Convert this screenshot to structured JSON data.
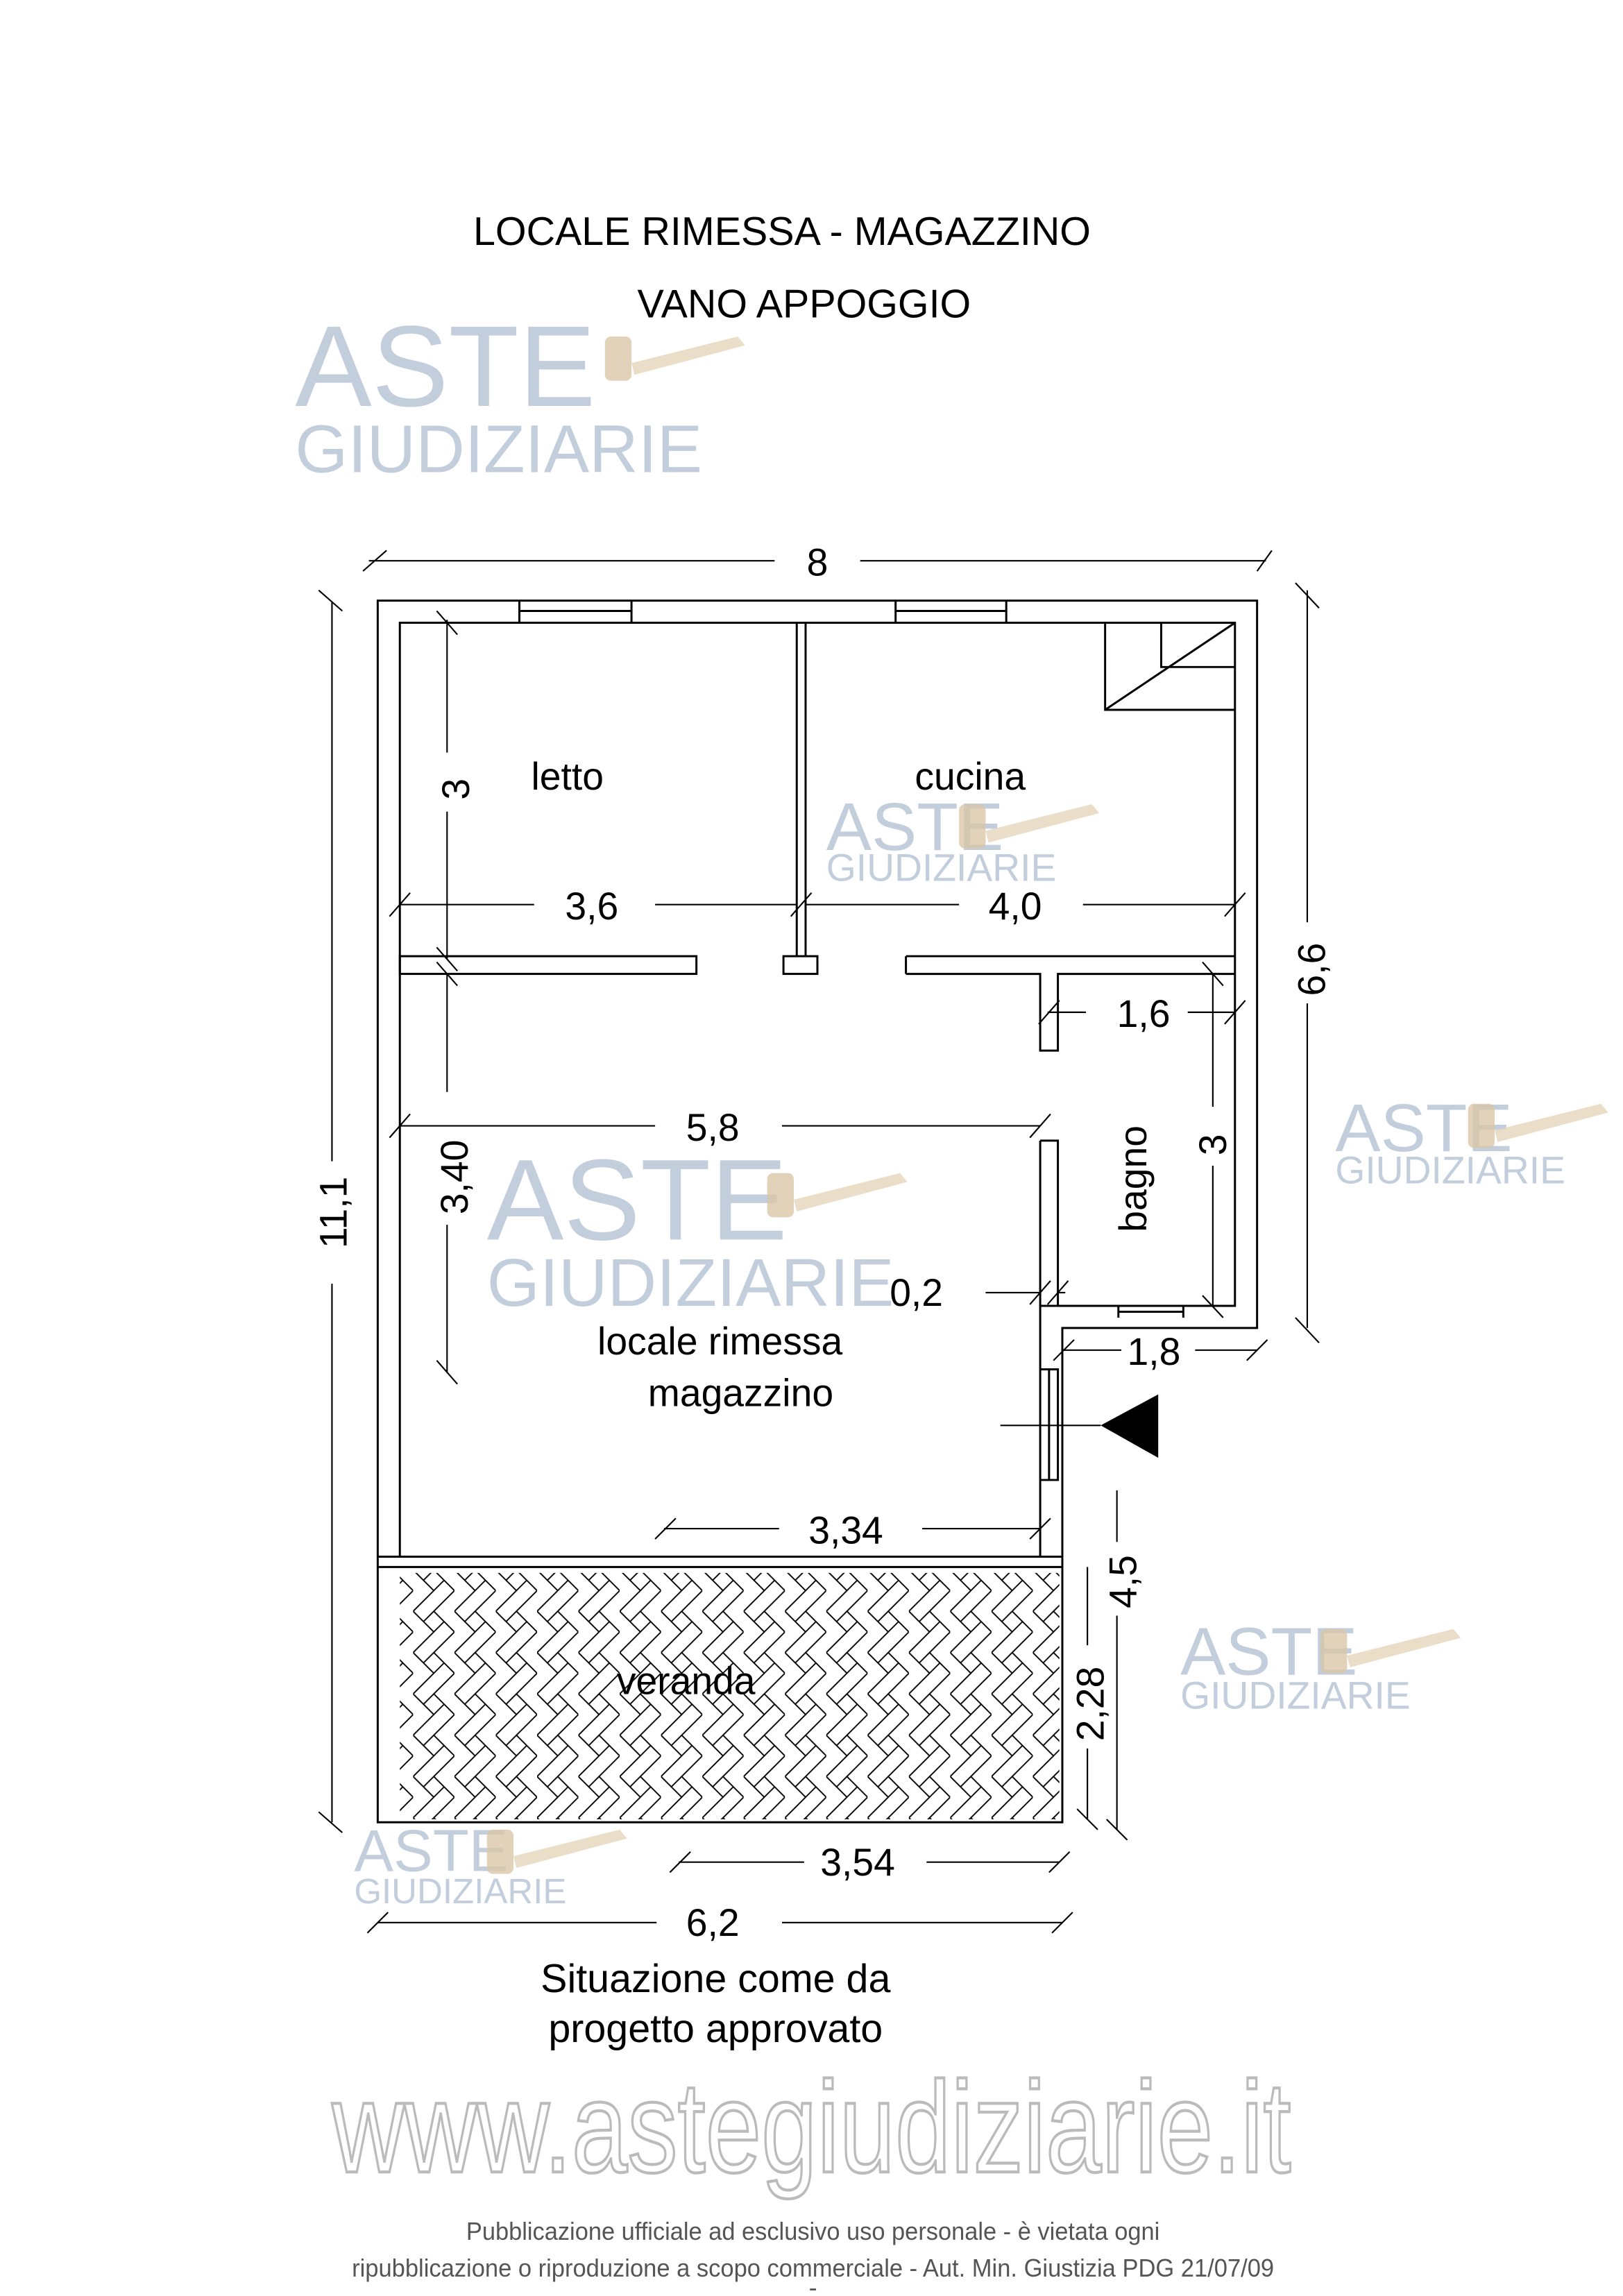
{
  "title": {
    "line1": "LOCALE RIMESSA - MAGAZZINO",
    "line2": "VANO APPOGGIO"
  },
  "rooms": {
    "letto": "letto",
    "cucina": "cucina",
    "bagno": "bagno",
    "rimessa_1": "locale rimessa",
    "rimessa_2": "magazzino",
    "veranda": "veranda"
  },
  "dimensions": {
    "top_width": "8",
    "total_height": "11,1",
    "right_height": "6,6",
    "letto_height": "3",
    "letto_width": "3,6",
    "cucina_width": "4,0",
    "bagno_width": "1,6",
    "rimessa_width": "5,8",
    "rimessa_height": "3,40",
    "bagno_height": "3",
    "wall": "0,2",
    "step": "1,8",
    "rimessa_bottom": "3,34",
    "right_lower": "4,5",
    "veranda_height": "2,28",
    "veranda_width": "3,54",
    "bottom_width": "6,2"
  },
  "caption": {
    "line1": "Situazione come da",
    "line2": "progetto approvato"
  },
  "watermark": {
    "brand_top": "ASTE",
    "brand_bottom": "GIUDIZIARIE",
    "url": "www.astegiudiziarie.it"
  },
  "footer": {
    "line1": "Pubblicazione ufficiale ad esclusivo uso personale - è vietata ogni",
    "line2": "ripubblicazione o riproduzione a scopo commerciale - Aut. Min. Giustizia PDG 21/07/09",
    "mark": "-"
  }
}
